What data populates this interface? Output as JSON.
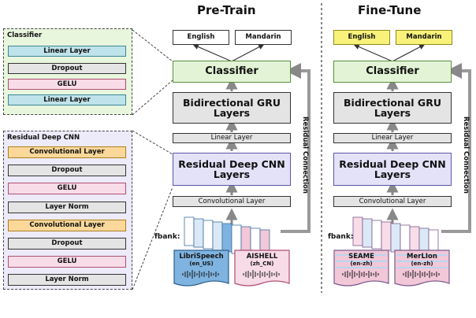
{
  "pretrain": {
    "title": "Pre-Train",
    "outputs": [
      "English",
      "Mandarin"
    ],
    "classifier": "Classifier",
    "gru": "Bidirectional GRU Layers",
    "linear": "Linear Layer",
    "cnn": "Residual Deep CNN Layers",
    "conv": "Convolutional Layer",
    "fbank": "fbank:",
    "datasets": [
      {
        "name": "LibriSpeech",
        "lang": "(en_US)"
      },
      {
        "name": "AISHELL",
        "lang": "(zh_CN)"
      }
    ],
    "residual": "Residual Connection"
  },
  "finetune": {
    "title": "Fine-Tune",
    "outputs": [
      "English",
      "Mandarin"
    ],
    "classifier": "Classifier",
    "gru": "Bidirectional GRU Layers",
    "linear": "Linear Layer",
    "cnn": "Residual Deep CNN Layers",
    "conv": "Convolutional Layer",
    "fbank": "fbank:",
    "datasets": [
      {
        "name": "SEAME",
        "lang": "(en-zh)"
      },
      {
        "name": "MerLIon",
        "lang": "(en-zh)"
      }
    ],
    "residual": "Residual Connection"
  },
  "classifier_panel": {
    "title": "Classifier",
    "layers": [
      "Linear Layer",
      "Dropout",
      "GELU",
      "Linear Layer"
    ]
  },
  "cnn_panel": {
    "title": "Residual Deep CNN",
    "layers": [
      "Convolutional Layer",
      "Dropout",
      "GELU",
      "Layer Norm",
      "Convolutional Layer",
      "Dropout",
      "GELU",
      "Layer Norm"
    ]
  },
  "colors": {
    "classifier": "#e3f4d6",
    "cnn": "#e4e2f8",
    "linear": "#bfe3ea",
    "gelu": "#f8dde8",
    "conv": "#fbd89a",
    "finetune_output": "#f8f27b",
    "libri": "#7fb4e0",
    "aishell": "#f2c7d8"
  }
}
